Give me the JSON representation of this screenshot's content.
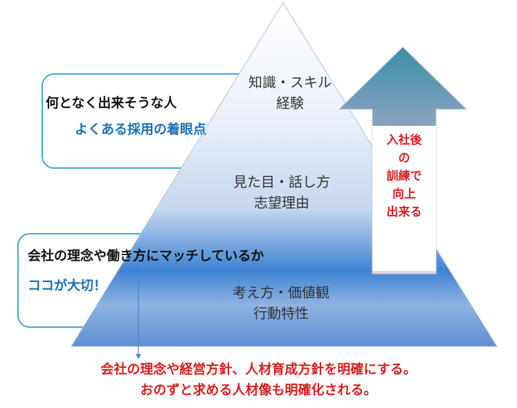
{
  "pyramid": {
    "tiers": [
      {
        "lines": [
          "知識・スキル",
          "経験"
        ]
      },
      {
        "lines": [
          "見た目・話し方",
          "志望理由"
        ]
      },
      {
        "lines": [
          "考え方・価値観",
          "行動特性"
        ]
      }
    ]
  },
  "callouts": [
    {
      "title": "何となく出来そうな人",
      "subtitle": "よくある採用の着眼点"
    },
    {
      "title": "会社の理念や働き方にマッチしているか",
      "subtitle": "ココが大切！"
    }
  ],
  "arrow": {
    "lines": [
      "入社後",
      "の",
      "訓練で",
      "向上",
      "出来る"
    ]
  },
  "conclusion": {
    "lines": [
      "会社の理念や経営方針、人材育成方針を明確にする。",
      "おのずと求める人材像も明確化される。"
    ]
  },
  "colors": {
    "accent_red": "#d81e1e",
    "callout_border": "#3fa7c9",
    "callout_blue_text": "#1a6fb5",
    "pyramid_blue": "#3f83d4"
  }
}
